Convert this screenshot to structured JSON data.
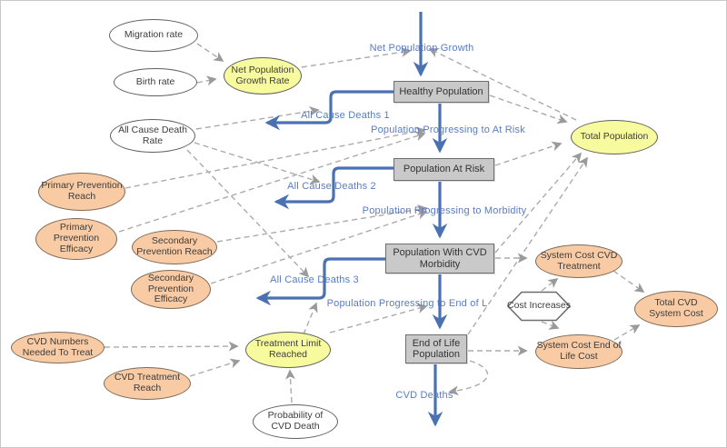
{
  "nodes": {
    "migration_rate": {
      "label": "Migration rate"
    },
    "birth_rate": {
      "label": "Birth rate"
    },
    "net_population_growth_rate": {
      "label": "Net Population Growth Rate"
    },
    "all_cause_death_rate": {
      "label": "All Cause Death Rate"
    },
    "total_population": {
      "label": "Total Population"
    },
    "primary_prevention_reach": {
      "label": "Primary Prevention Reach"
    },
    "primary_prevention_efficacy": {
      "label": "Primary Prevention Efficacy"
    },
    "secondary_prevention_reach": {
      "label": "Secondary Prevention Reach"
    },
    "secondary_prevention_efficacy": {
      "label": "Secondary Prevention Efficacy"
    },
    "cvd_numbers_needed_to_treat": {
      "label": "CVD Numbers Needed To Treat"
    },
    "cvd_treatment_reach": {
      "label": "CVD Treatment Reach"
    },
    "treatment_limit_reached": {
      "label": "Treatment Limit Reached"
    },
    "probability_of_cvd_death": {
      "label": "Probability of CVD Death"
    },
    "system_cost_cvd_treatment": {
      "label": "System Cost CVD Treatment"
    },
    "system_cost_end_of_life": {
      "label": "System Cost End of Life Cost"
    },
    "total_cvd_system_cost": {
      "label": "Total CVD System Cost"
    },
    "cost_increases": {
      "label": "Cost Increases"
    },
    "healthy_population": {
      "label": "Healthy Population"
    },
    "population_at_risk": {
      "label": "Population At Risk"
    },
    "population_with_cvd_morbidity": {
      "label": "Population With CVD Morbidity"
    },
    "end_of_life_population": {
      "label": "End of Life Population"
    }
  },
  "flows": {
    "net_population_growth": "Net Population Growth",
    "all_cause_deaths_1": "All Cause Deaths 1",
    "population_progressing_to_at_risk": "Population Progressing to At Risk",
    "all_cause_deaths_2": "All Cause Deaths 2",
    "population_progressing_to_morbidity": "Population Progressing to Morbidity",
    "all_cause_deaths_3": "All Cause Deaths 3",
    "population_progressing_to_end_of_life": "Population Progressing to End of L",
    "cvd_deaths": "CVD Deaths"
  },
  "colors": {
    "flow_blue": "#4a72b2",
    "flow_label_blue": "#5a7cc2",
    "connector_gray": "#ababab",
    "stock_fill": "#c9c9c9",
    "stock_border": "#6e6e6e",
    "yellow_fill": "#f8fa9e",
    "orange_fill": "#f8cba4",
    "white_fill": "#ffffff"
  }
}
